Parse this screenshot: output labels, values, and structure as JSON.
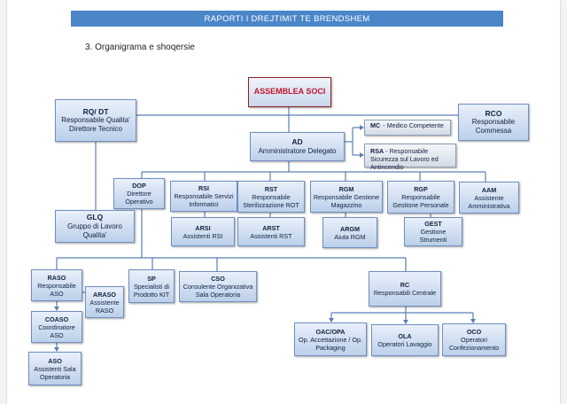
{
  "document": {
    "banner_title": "RAPORTI I DREJTIMIT TE BRENDSHEM",
    "section_heading": "3.   Organigrama e shoqersie"
  },
  "units": {
    "assemblea": {
      "code": "ASSEMBLEA SOCI",
      "role": ""
    },
    "rqdt": {
      "code": "RQ/ DT",
      "role": "Responsabile Qualita' Direttore Tecnico"
    },
    "rco": {
      "code": "RCO",
      "role": "Responsabile Commessa"
    },
    "ad": {
      "code": "AD",
      "role": "Amministratore Delegato"
    },
    "mc": {
      "code": "MC",
      "role": "- Medico Competente"
    },
    "rsa": {
      "code": "RSA",
      "role": "- Responsabile Sicurezza sul Lavoro ed Antincendio"
    },
    "dop": {
      "code": "DOP",
      "role": "Direttore Operativo"
    },
    "rsi": {
      "code": "RSI",
      "role": "Responsabile Servizi Informatici"
    },
    "rst": {
      "code": "RST",
      "role": "Responsabile Sterilizzazione ROT"
    },
    "rgm": {
      "code": "RGM",
      "role": "Responsabile Gestione Magazzino"
    },
    "rgp": {
      "code": "RGP",
      "role": "Responsabile Gestione Personale"
    },
    "aam": {
      "code": "AAM",
      "role": "Assistente Amministrativa"
    },
    "arsi": {
      "code": "ARSI",
      "role": "Assistenti RSI"
    },
    "arst": {
      "code": "ARST",
      "role": "Assistenti RST"
    },
    "argm": {
      "code": "ARGM",
      "role": "Aiuta RGM"
    },
    "gest": {
      "code": "GEST",
      "role": "Gestione Strumenti"
    },
    "glq": {
      "code": "GLQ",
      "role": "Gruppo di Lavoro Qualita'"
    },
    "raso": {
      "code": "RASO",
      "role": "Responsabile ASO"
    },
    "araso": {
      "code": "ARASO",
      "role": "Assistente RASO"
    },
    "sp": {
      "code": "SP",
      "role": "Specialisti di Prodotto KIT"
    },
    "cso": {
      "code": "CSO",
      "role": "Consulente Organizativa Sala Operatoria"
    },
    "rc": {
      "code": "RC",
      "role": "Responsabili Centrale"
    },
    "coaso": {
      "code": "COASO",
      "role": "Coordinatore ASO"
    },
    "aso": {
      "code": "ASO",
      "role": "Assistenti Sala Operatoria"
    },
    "oac": {
      "code": "OAC/OPA",
      "role": "Op. Accettazione / Op. Packaging"
    },
    "ola": {
      "code": "OLA",
      "role": "Operatori Lavaggio"
    },
    "oco": {
      "code": "OCO",
      "role": "Operatori Confezionamento"
    }
  }
}
